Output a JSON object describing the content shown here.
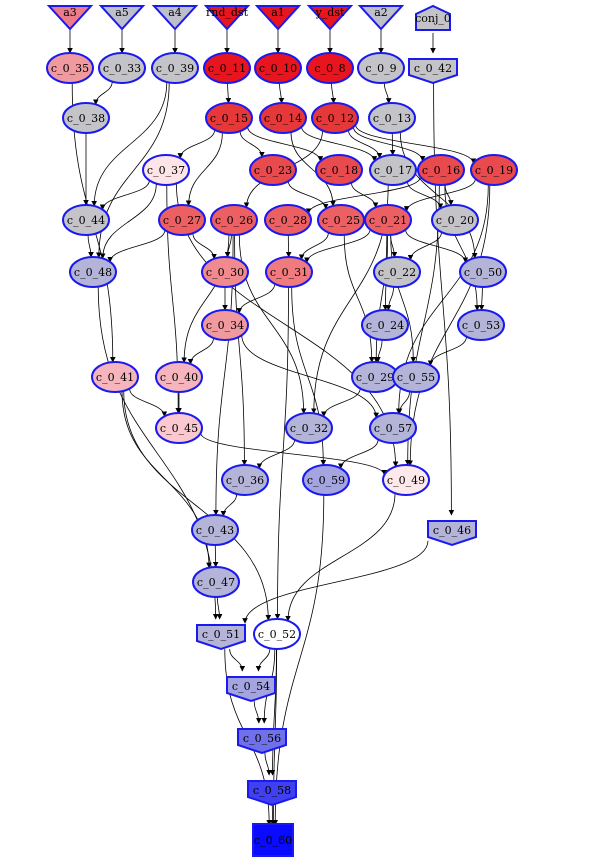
{
  "nodes": [
    {
      "id": "a3",
      "label": "a3",
      "shape": "invtriangle",
      "fill": "#ee7b8a"
    },
    {
      "id": "a5",
      "label": "a5",
      "shape": "invtriangle",
      "fill": "#bfbfcc"
    },
    {
      "id": "a4",
      "label": "a4",
      "shape": "invtriangle",
      "fill": "#bfbfcc"
    },
    {
      "id": "in1",
      "label": "rnd_dst",
      "shape": "invtriangle",
      "fill": "#e8141e"
    },
    {
      "id": "a1",
      "label": "a1",
      "shape": "invtriangle",
      "fill": "#e8141e"
    },
    {
      "id": "in2",
      "label": "y_dst",
      "shape": "invtriangle",
      "fill": "#e8141e"
    },
    {
      "id": "a2",
      "label": "a2",
      "shape": "invtriangle",
      "fill": "#bfbfcc"
    },
    {
      "id": "conj_0",
      "label": "conj_0",
      "shape": "house",
      "fill": "#c4c4c8"
    },
    {
      "id": "c_0_35",
      "label": "c_0_35",
      "shape": "ellipse",
      "fill": "#f09aa0"
    },
    {
      "id": "c_0_33",
      "label": "c_0_33",
      "shape": "ellipse",
      "fill": "#c4c4c8"
    },
    {
      "id": "c_0_39",
      "label": "c_0_39",
      "shape": "ellipse",
      "fill": "#c4c4c8"
    },
    {
      "id": "c_0_11",
      "label": "c_0_11",
      "shape": "ellipse",
      "fill": "#e8141e"
    },
    {
      "id": "c_0_10",
      "label": "c_0_10",
      "shape": "ellipse",
      "fill": "#e8141e"
    },
    {
      "id": "c_0_8",
      "label": "c_0_8",
      "shape": "ellipse",
      "fill": "#e8141e"
    },
    {
      "id": "c_0_9",
      "label": "c_0_9",
      "shape": "ellipse",
      "fill": "#c4c4c8"
    },
    {
      "id": "c_0_42",
      "label": "c_0_42",
      "shape": "house",
      "fill": "#c4c4c8"
    },
    {
      "id": "c_0_38",
      "label": "c_0_38",
      "shape": "ellipse",
      "fill": "#c4c4c8"
    },
    {
      "id": "c_0_15",
      "label": "c_0_15",
      "shape": "ellipse",
      "fill": "#e63838"
    },
    {
      "id": "c_0_14",
      "label": "c_0_14",
      "shape": "ellipse",
      "fill": "#e63838"
    },
    {
      "id": "c_0_12",
      "label": "c_0_12",
      "shape": "ellipse",
      "fill": "#e63838"
    },
    {
      "id": "c_0_13",
      "label": "c_0_13",
      "shape": "ellipse",
      "fill": "#c4c4c8"
    },
    {
      "id": "c_0_37",
      "label": "c_0_37",
      "shape": "ellipse",
      "fill": "#fde4e6"
    },
    {
      "id": "c_0_23",
      "label": "c_0_23",
      "shape": "ellipse",
      "fill": "#e84a4e"
    },
    {
      "id": "c_0_18",
      "label": "c_0_18",
      "shape": "ellipse",
      "fill": "#e84a4e"
    },
    {
      "id": "c_0_17",
      "label": "c_0_17",
      "shape": "ellipse",
      "fill": "#c4c4c8"
    },
    {
      "id": "c_0_16",
      "label": "c_0_16",
      "shape": "ellipse",
      "fill": "#e84a4e"
    },
    {
      "id": "c_0_19",
      "label": "c_0_19",
      "shape": "ellipse",
      "fill": "#e84a4e"
    },
    {
      "id": "c_0_44",
      "label": "c_0_44",
      "shape": "ellipse",
      "fill": "#c4c4c8"
    },
    {
      "id": "c_0_27",
      "label": "c_0_27",
      "shape": "ellipse",
      "fill": "#ec6064"
    },
    {
      "id": "c_0_26",
      "label": "c_0_26",
      "shape": "ellipse",
      "fill": "#ec6064"
    },
    {
      "id": "c_0_28",
      "label": "c_0_28",
      "shape": "ellipse",
      "fill": "#ec6064"
    },
    {
      "id": "c_0_25",
      "label": "c_0_25",
      "shape": "ellipse",
      "fill": "#ec6064"
    },
    {
      "id": "c_0_21",
      "label": "c_0_21",
      "shape": "ellipse",
      "fill": "#ec6064"
    },
    {
      "id": "c_0_20",
      "label": "c_0_20",
      "shape": "ellipse",
      "fill": "#c4c4c8"
    },
    {
      "id": "c_0_48",
      "label": "c_0_48",
      "shape": "ellipse",
      "fill": "#b4b4d8"
    },
    {
      "id": "c_0_30",
      "label": "c_0_30",
      "shape": "ellipse",
      "fill": "#f08a8e"
    },
    {
      "id": "c_0_31",
      "label": "c_0_31",
      "shape": "ellipse",
      "fill": "#f07a7e"
    },
    {
      "id": "c_0_22",
      "label": "c_0_22",
      "shape": "ellipse",
      "fill": "#c4c4c8"
    },
    {
      "id": "c_0_50",
      "label": "c_0_50",
      "shape": "ellipse",
      "fill": "#b4b4d8"
    },
    {
      "id": "c_0_34",
      "label": "c_0_34",
      "shape": "ellipse",
      "fill": "#f09aa0"
    },
    {
      "id": "c_0_24",
      "label": "c_0_24",
      "shape": "ellipse",
      "fill": "#b4b4d8"
    },
    {
      "id": "c_0_53",
      "label": "c_0_53",
      "shape": "ellipse",
      "fill": "#b4b4d8"
    },
    {
      "id": "c_0_41",
      "label": "c_0_41",
      "shape": "ellipse",
      "fill": "#f6b4bc"
    },
    {
      "id": "c_0_40",
      "label": "c_0_40",
      "shape": "ellipse",
      "fill": "#f6b4bc"
    },
    {
      "id": "c_0_29",
      "label": "c_0_29",
      "shape": "ellipse",
      "fill": "#b4b4d8"
    },
    {
      "id": "c_0_55",
      "label": "c_0_55",
      "shape": "ellipse",
      "fill": "#b4b4d8"
    },
    {
      "id": "c_0_45",
      "label": "c_0_45",
      "shape": "ellipse",
      "fill": "#fac8ce"
    },
    {
      "id": "c_0_32",
      "label": "c_0_32",
      "shape": "ellipse",
      "fill": "#b4b4d8"
    },
    {
      "id": "c_0_57",
      "label": "c_0_57",
      "shape": "ellipse",
      "fill": "#b4b4d8"
    },
    {
      "id": "c_0_36",
      "label": "c_0_36",
      "shape": "ellipse",
      "fill": "#b4b4d8"
    },
    {
      "id": "c_0_59",
      "label": "c_0_59",
      "shape": "ellipse",
      "fill": "#a4a4e0"
    },
    {
      "id": "c_0_49",
      "label": "c_0_49",
      "shape": "ellipse",
      "fill": "#fde8ea"
    },
    {
      "id": "c_0_46",
      "label": "c_0_46",
      "shape": "house",
      "fill": "#b4b4d8"
    },
    {
      "id": "c_0_43",
      "label": "c_0_43",
      "shape": "ellipse",
      "fill": "#b4b4d8"
    },
    {
      "id": "c_0_47",
      "label": "c_0_47",
      "shape": "ellipse",
      "fill": "#b4b4d8"
    },
    {
      "id": "c_0_51",
      "label": "c_0_51",
      "shape": "house",
      "fill": "#b4b4d8"
    },
    {
      "id": "c_0_52",
      "label": "c_0_52",
      "shape": "ellipse",
      "fill": "#ffffff"
    },
    {
      "id": "c_0_54",
      "label": "c_0_54",
      "shape": "house",
      "fill": "#a4a4e0"
    },
    {
      "id": "c_0_56",
      "label": "c_0_56",
      "shape": "house",
      "fill": "#7070e8"
    },
    {
      "id": "c_0_58",
      "label": "c_0_58",
      "shape": "house",
      "fill": "#4040f0"
    },
    {
      "id": "c_0_60",
      "label": "c_0_60",
      "shape": "box",
      "fill": "#0a0aff"
    }
  ],
  "edges": [
    [
      "a3",
      "c_0_35"
    ],
    [
      "a5",
      "c_0_33"
    ],
    [
      "a4",
      "c_0_39"
    ],
    [
      "in1",
      "c_0_11"
    ],
    [
      "a1",
      "c_0_10"
    ],
    [
      "in2",
      "c_0_8"
    ],
    [
      "a2",
      "c_0_9"
    ],
    [
      "conj_0",
      "c_0_42"
    ],
    [
      "c_0_33",
      "c_0_38"
    ],
    [
      "c_0_11",
      "c_0_15"
    ],
    [
      "c_0_10",
      "c_0_14"
    ],
    [
      "c_0_8",
      "c_0_12"
    ],
    [
      "c_0_9",
      "c_0_13"
    ],
    [
      "c_0_38",
      "c_0_44"
    ],
    [
      "c_0_39",
      "c_0_44"
    ],
    [
      "c_0_39",
      "c_0_48"
    ],
    [
      "c_0_35",
      "c_0_41"
    ],
    [
      "c_0_15",
      "c_0_37"
    ],
    [
      "c_0_15",
      "c_0_23"
    ],
    [
      "c_0_15",
      "c_0_18"
    ],
    [
      "c_0_15",
      "c_0_27"
    ],
    [
      "c_0_14",
      "c_0_17"
    ],
    [
      "c_0_14",
      "c_0_25"
    ],
    [
      "c_0_12",
      "c_0_17"
    ],
    [
      "c_0_12",
      "c_0_16"
    ],
    [
      "c_0_12",
      "c_0_19"
    ],
    [
      "c_0_12",
      "c_0_26"
    ],
    [
      "c_0_13",
      "c_0_17"
    ],
    [
      "c_0_13",
      "c_0_50"
    ],
    [
      "c_0_37",
      "c_0_44"
    ],
    [
      "c_0_37",
      "c_0_48"
    ],
    [
      "c_0_37",
      "c_0_49"
    ],
    [
      "c_0_37",
      "c_0_45"
    ],
    [
      "c_0_23",
      "c_0_25"
    ],
    [
      "c_0_18",
      "c_0_21"
    ],
    [
      "c_0_17",
      "c_0_20"
    ],
    [
      "c_0_17",
      "c_0_32"
    ],
    [
      "c_0_16",
      "c_0_20"
    ],
    [
      "c_0_16",
      "c_0_28"
    ],
    [
      "c_0_16",
      "c_0_53"
    ],
    [
      "c_0_16",
      "c_0_49"
    ],
    [
      "c_0_19",
      "c_0_21"
    ],
    [
      "c_0_19",
      "c_0_57"
    ],
    [
      "c_0_19",
      "c_0_49"
    ],
    [
      "c_0_44",
      "c_0_48"
    ],
    [
      "c_0_48",
      "c_0_51"
    ],
    [
      "c_0_27",
      "c_0_48"
    ],
    [
      "c_0_27",
      "c_0_30"
    ],
    [
      "c_0_26",
      "c_0_30"
    ],
    [
      "c_0_26",
      "c_0_40"
    ],
    [
      "c_0_26",
      "c_0_36"
    ],
    [
      "c_0_26",
      "c_0_43"
    ],
    [
      "c_0_26",
      "c_0_32"
    ],
    [
      "c_0_28",
      "c_0_31"
    ],
    [
      "c_0_25",
      "c_0_31"
    ],
    [
      "c_0_25",
      "c_0_29"
    ],
    [
      "c_0_21",
      "c_0_31"
    ],
    [
      "c_0_21",
      "c_0_22"
    ],
    [
      "c_0_21",
      "c_0_50"
    ],
    [
      "c_0_21",
      "c_0_24"
    ],
    [
      "c_0_21",
      "c_0_29"
    ],
    [
      "c_0_21",
      "c_0_55"
    ],
    [
      "c_0_20",
      "c_0_22"
    ],
    [
      "c_0_30",
      "c_0_34"
    ],
    [
      "c_0_31",
      "c_0_34"
    ],
    [
      "c_0_31",
      "c_0_52"
    ],
    [
      "c_0_31",
      "c_0_59"
    ],
    [
      "c_0_22",
      "c_0_24"
    ],
    [
      "c_0_50",
      "c_0_53"
    ],
    [
      "c_0_34",
      "c_0_40"
    ],
    [
      "c_0_34",
      "c_0_57"
    ],
    [
      "c_0_24",
      "c_0_29"
    ],
    [
      "c_0_53",
      "c_0_55"
    ],
    [
      "c_0_41",
      "c_0_45"
    ],
    [
      "c_0_41",
      "c_0_47"
    ],
    [
      "c_0_40",
      "c_0_45"
    ],
    [
      "c_0_29",
      "c_0_32"
    ],
    [
      "c_0_55",
      "c_0_57"
    ],
    [
      "c_0_45",
      "c_0_49"
    ],
    [
      "c_0_32",
      "c_0_36"
    ],
    [
      "c_0_57",
      "c_0_59"
    ],
    [
      "c_0_36",
      "c_0_43"
    ],
    [
      "c_0_42",
      "c_0_46"
    ],
    [
      "c_0_49",
      "c_0_52"
    ],
    [
      "c_0_46",
      "c_0_51"
    ],
    [
      "c_0_43",
      "c_0_47"
    ],
    [
      "c_0_47",
      "c_0_51"
    ],
    [
      "c_0_51",
      "c_0_54"
    ],
    [
      "c_0_52",
      "c_0_54"
    ],
    [
      "c_0_52",
      "c_0_56"
    ],
    [
      "c_0_52",
      "c_0_58"
    ],
    [
      "c_0_52",
      "c_0_60"
    ],
    [
      "c_0_41",
      "c_0_52"
    ],
    [
      "c_0_54",
      "c_0_56"
    ],
    [
      "c_0_56",
      "c_0_58"
    ],
    [
      "c_0_58",
      "c_0_60"
    ],
    [
      "c_0_59",
      "c_0_60"
    ],
    [
      "c_0_51",
      "c_0_60"
    ]
  ]
}
